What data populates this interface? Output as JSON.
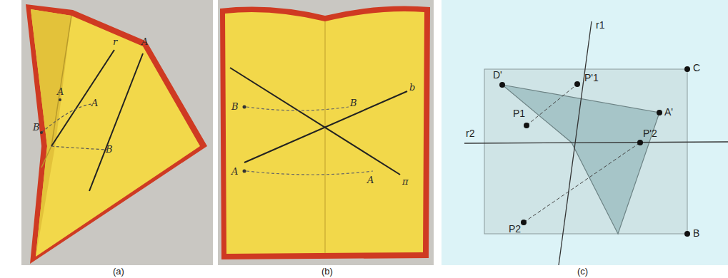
{
  "diagram": {
    "labels": [
      "(a)",
      "(b)",
      "(c)",
      "A",
      "B",
      "r",
      "A",
      "A",
      "B",
      "B",
      "A",
      "B",
      "A",
      "b",
      "π",
      "D'",
      "C",
      "r1",
      "P'1",
      "P1",
      "A'",
      "P'2",
      "r2",
      "P2",
      "B"
    ]
  }
}
